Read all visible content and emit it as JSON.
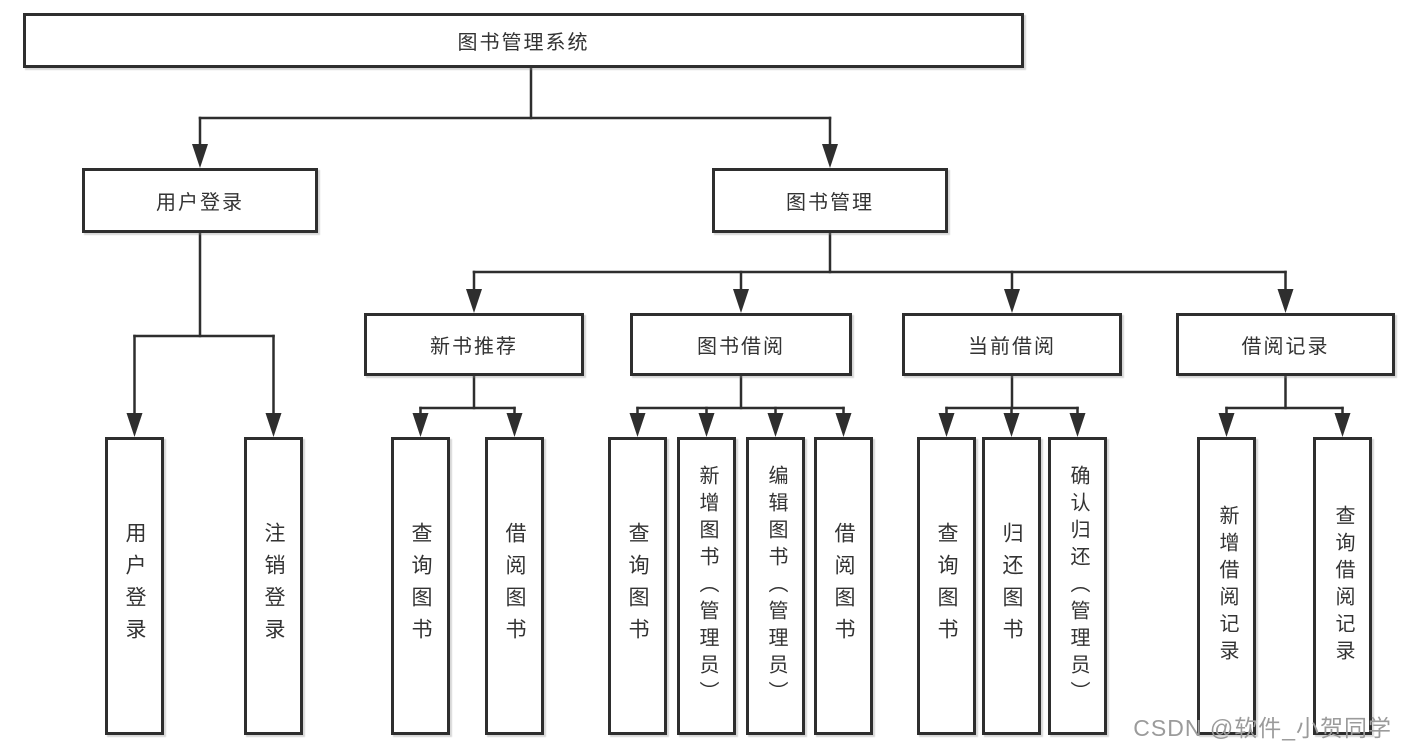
{
  "diagram": {
    "root": {
      "label": "图书管理系统"
    },
    "user_branch": {
      "label": "用户登录",
      "children": [
        {
          "label": "用户登录"
        },
        {
          "label": "注销登录"
        }
      ]
    },
    "book_branch": {
      "label": "图书管理",
      "groups": [
        {
          "label": "新书推荐",
          "children": [
            {
              "label": "查询图书"
            },
            {
              "label": "借阅图书"
            }
          ]
        },
        {
          "label": "图书借阅",
          "children": [
            {
              "label": "查询图书"
            },
            {
              "label": "新增图书（管理员）"
            },
            {
              "label": "编辑图书（管理员）"
            },
            {
              "label": "借阅图书"
            }
          ]
        },
        {
          "label": "当前借阅",
          "children": [
            {
              "label": "查询图书"
            },
            {
              "label": "归还图书"
            },
            {
              "label": "确认归还（管理员）"
            }
          ]
        },
        {
          "label": "借阅记录",
          "children": [
            {
              "label": "新增借阅记录"
            },
            {
              "label": "查询借阅记录"
            }
          ]
        }
      ]
    }
  },
  "watermark": "CSDN @软件_小贺同学",
  "colors": {
    "line": "#2e2e2e",
    "text": "#333333",
    "watermark": "#9b9b9b",
    "background": "#ffffff"
  }
}
